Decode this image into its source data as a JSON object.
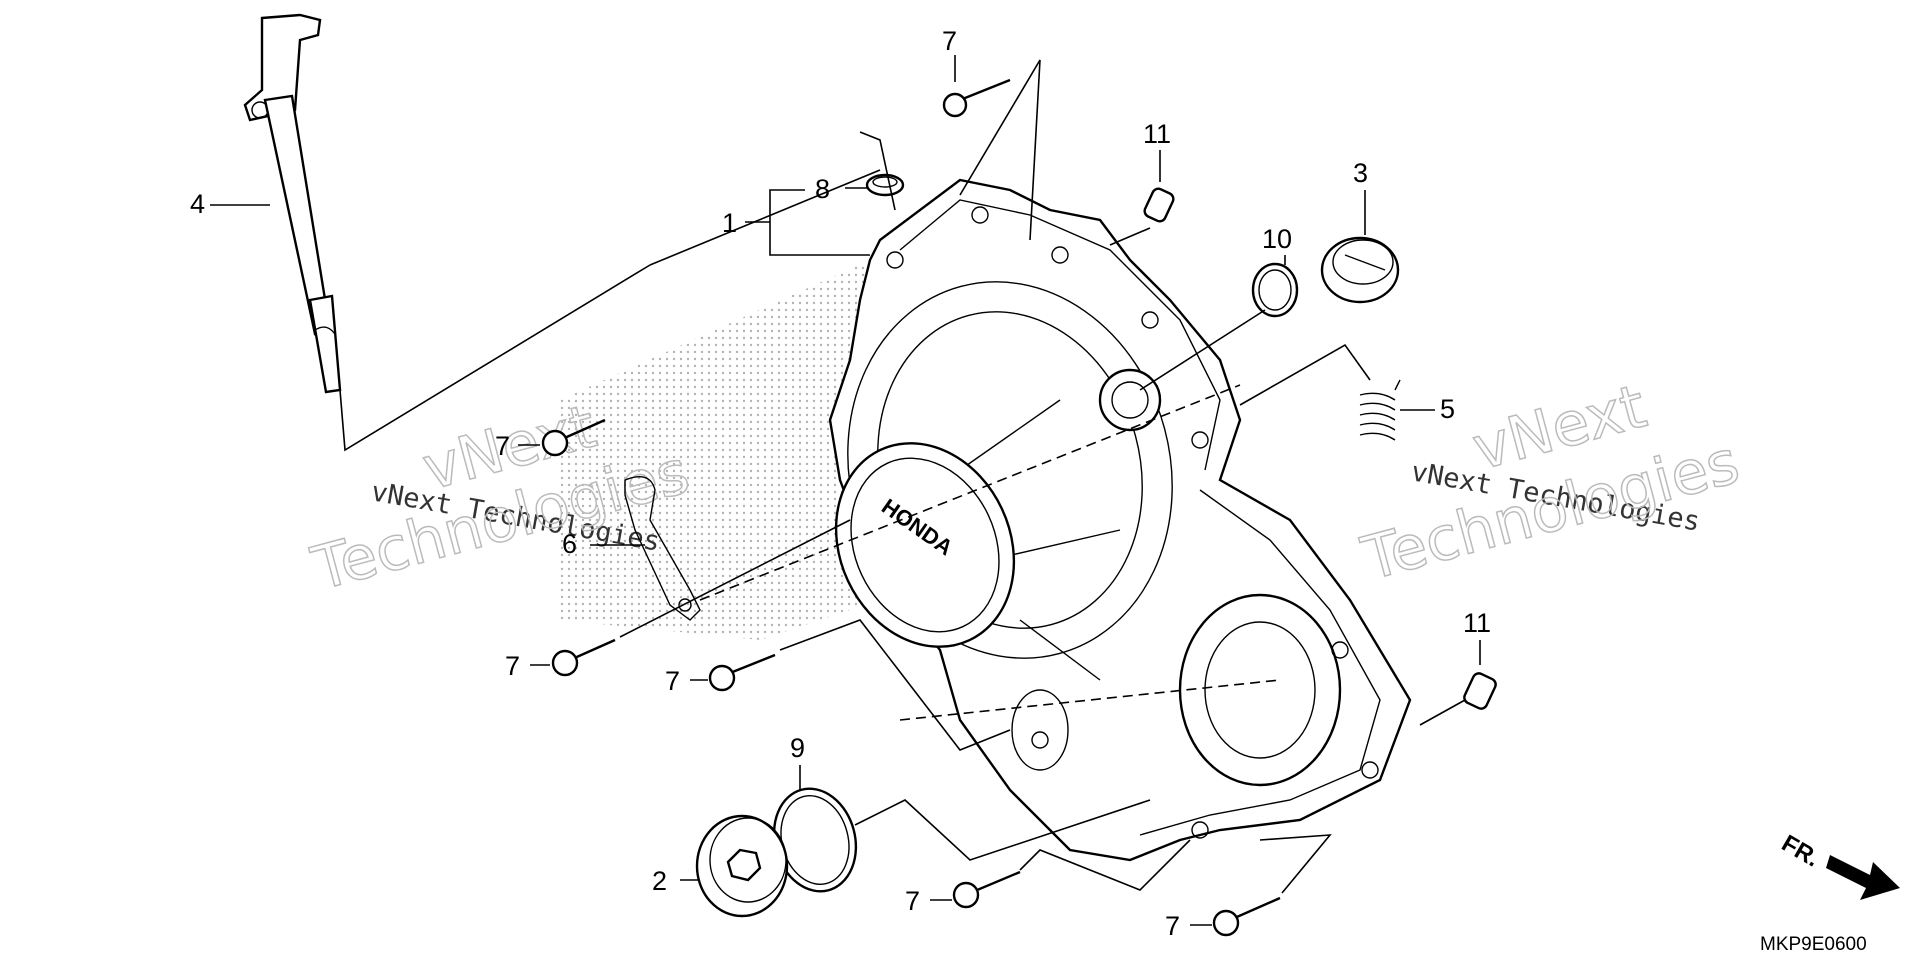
{
  "diagram": {
    "callouts": [
      {
        "id": "c1",
        "text": "1"
      },
      {
        "id": "c2",
        "text": "2"
      },
      {
        "id": "c3",
        "text": "3"
      },
      {
        "id": "c4",
        "text": "4"
      },
      {
        "id": "c5",
        "text": "5"
      },
      {
        "id": "c6",
        "text": "6"
      },
      {
        "id": "c7a",
        "text": "7"
      },
      {
        "id": "c7b",
        "text": "7"
      },
      {
        "id": "c7c",
        "text": "7"
      },
      {
        "id": "c7d",
        "text": "7"
      },
      {
        "id": "c7e",
        "text": "7"
      },
      {
        "id": "c7f",
        "text": "7"
      },
      {
        "id": "c8",
        "text": "8"
      },
      {
        "id": "c9",
        "text": "9"
      },
      {
        "id": "c10",
        "text": "10"
      },
      {
        "id": "c11a",
        "text": "11"
      },
      {
        "id": "c11b",
        "text": "11"
      }
    ],
    "cover_brand": "HONDA",
    "watermark_small": "vNext Technologies",
    "watermark_line1": "vNext",
    "watermark_line2": "Technologies",
    "diagram_code": "MKP9E0600",
    "direction_label": "FR."
  }
}
